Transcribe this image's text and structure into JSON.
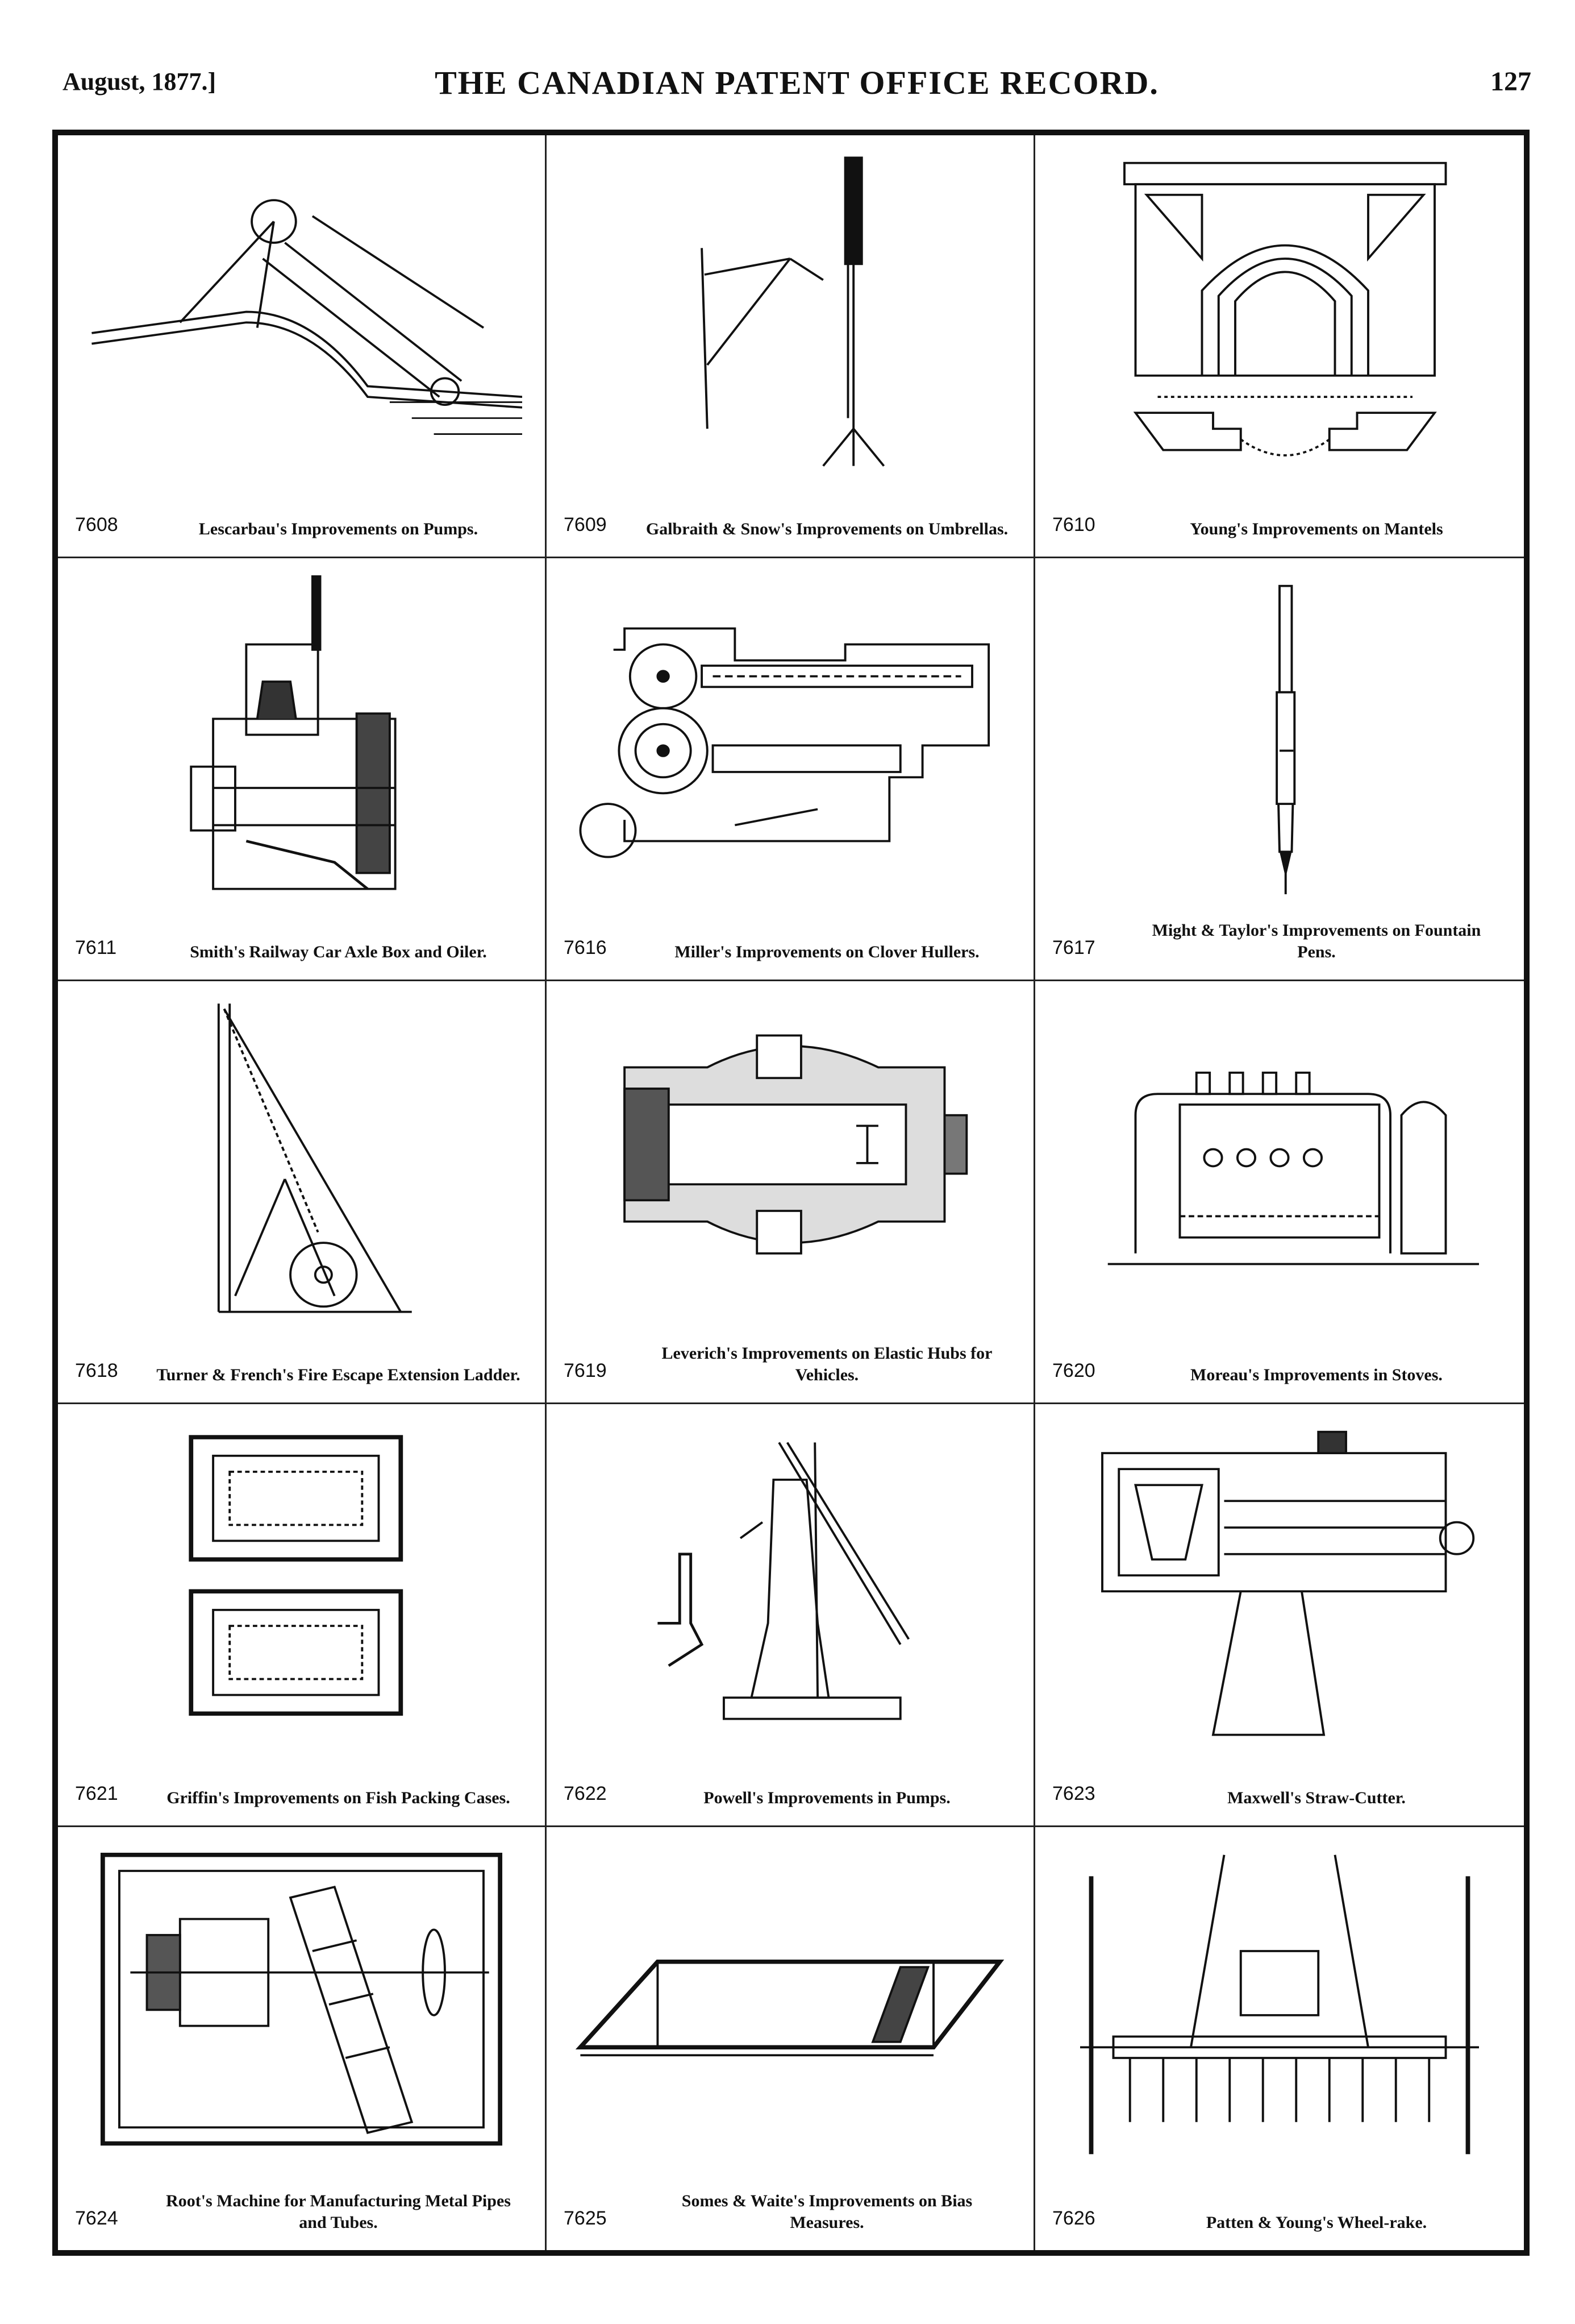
{
  "header": {
    "date": "August, 1877.]",
    "title": "THE CANADIAN PATENT OFFICE RECORD.",
    "page": "127"
  },
  "entries": [
    {
      "num": "7608",
      "caption": "Lescarbau's Improvements on Pumps.",
      "icon": "pump-ladder-drawing-icon"
    },
    {
      "num": "7609",
      "caption": "Galbraith & Snow's Improvements on Umbrellas.",
      "icon": "umbrella-drawing-icon"
    },
    {
      "num": "7610",
      "caption": "Young's Improvements on Mantels",
      "icon": "mantel-drawing-icon"
    },
    {
      "num": "7611",
      "caption": "Smith's Railway Car Axle Box and Oiler.",
      "icon": "axle-box-drawing-icon"
    },
    {
      "num": "7616",
      "caption": "Miller's Improvements on Clover Hullers.",
      "icon": "clover-huller-drawing-icon"
    },
    {
      "num": "7617",
      "caption": "Might & Taylor's Improvements on Fountain Pens.",
      "icon": "fountain-pen-drawing-icon"
    },
    {
      "num": "7618",
      "caption": "Turner & French's Fire Escape Extension Ladder.",
      "icon": "fire-escape-ladder-drawing-icon"
    },
    {
      "num": "7619",
      "caption": "Leverich's Improvements on Elastic Hubs for Vehicles.",
      "icon": "elastic-hub-drawing-icon"
    },
    {
      "num": "7620",
      "caption": "Moreau's Improvements in Stoves.",
      "icon": "stove-drawing-icon"
    },
    {
      "num": "7621",
      "caption": "Griffin's Improvements on Fish Packing Cases.",
      "icon": "packing-case-drawing-icon"
    },
    {
      "num": "7622",
      "caption": "Powell's Improvements in Pumps.",
      "icon": "hand-pump-drawing-icon"
    },
    {
      "num": "7623",
      "caption": "Maxwell's Straw-Cutter.",
      "icon": "straw-cutter-drawing-icon"
    },
    {
      "num": "7624",
      "caption": "Root's Machine for Manufacturing Metal Pipes and Tubes.",
      "icon": "pipe-machine-drawing-icon"
    },
    {
      "num": "7625",
      "caption": "Somes & Waite's Improvements on Bias Measures.",
      "icon": "bias-measure-drawing-icon"
    },
    {
      "num": "7626",
      "caption": "Patten & Young's Wheel-rake.",
      "icon": "wheel-rake-drawing-icon"
    }
  ]
}
